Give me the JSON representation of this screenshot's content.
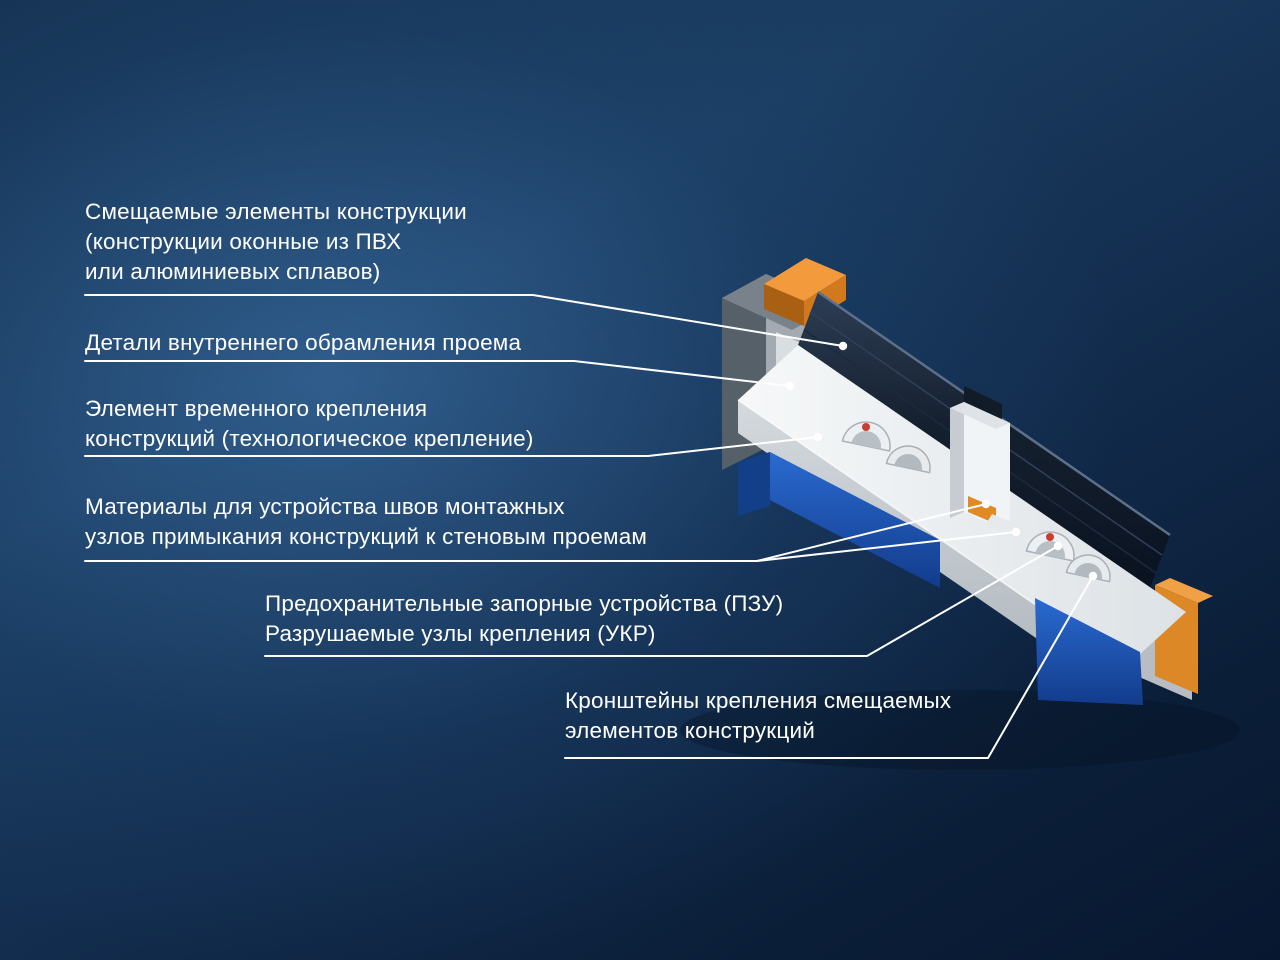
{
  "labels": [
    {
      "id": "displaced-elements",
      "lines": [
        "Смещаемые элементы конструкции",
        "(конструкции оконные из ПВХ",
        "или алюминиевых сплавов)"
      ]
    },
    {
      "id": "inner-framing",
      "lines": [
        "Детали внутреннего обрамления проема"
      ]
    },
    {
      "id": "temporary-fastening",
      "lines": [
        "Элемент временного крепления",
        "конструкций (технологическое крепление)"
      ]
    },
    {
      "id": "seam-materials",
      "lines": [
        "Материалы для устройства швов монтажных",
        "узлов примыкания конструкций к стеновым проемам"
      ]
    },
    {
      "id": "safety-locking-devices",
      "lines": [
        "Предохранительные запорные устройства (ПЗУ)",
        "Разрушаемые узлы крепления (УКР)"
      ]
    },
    {
      "id": "mounting-brackets",
      "lines": [
        "Кронштейны крепления смещаемых",
        "элементов конструкций"
      ]
    }
  ],
  "colors": {
    "text": "#ffffff",
    "callout_line": "#ffffff",
    "accent_orange": "#e8892b",
    "channel_blue": "#1b59b8",
    "glass_dark": "#0e1724",
    "frame_white": "#f2f4f6",
    "background_deep": "#0b1e38"
  }
}
